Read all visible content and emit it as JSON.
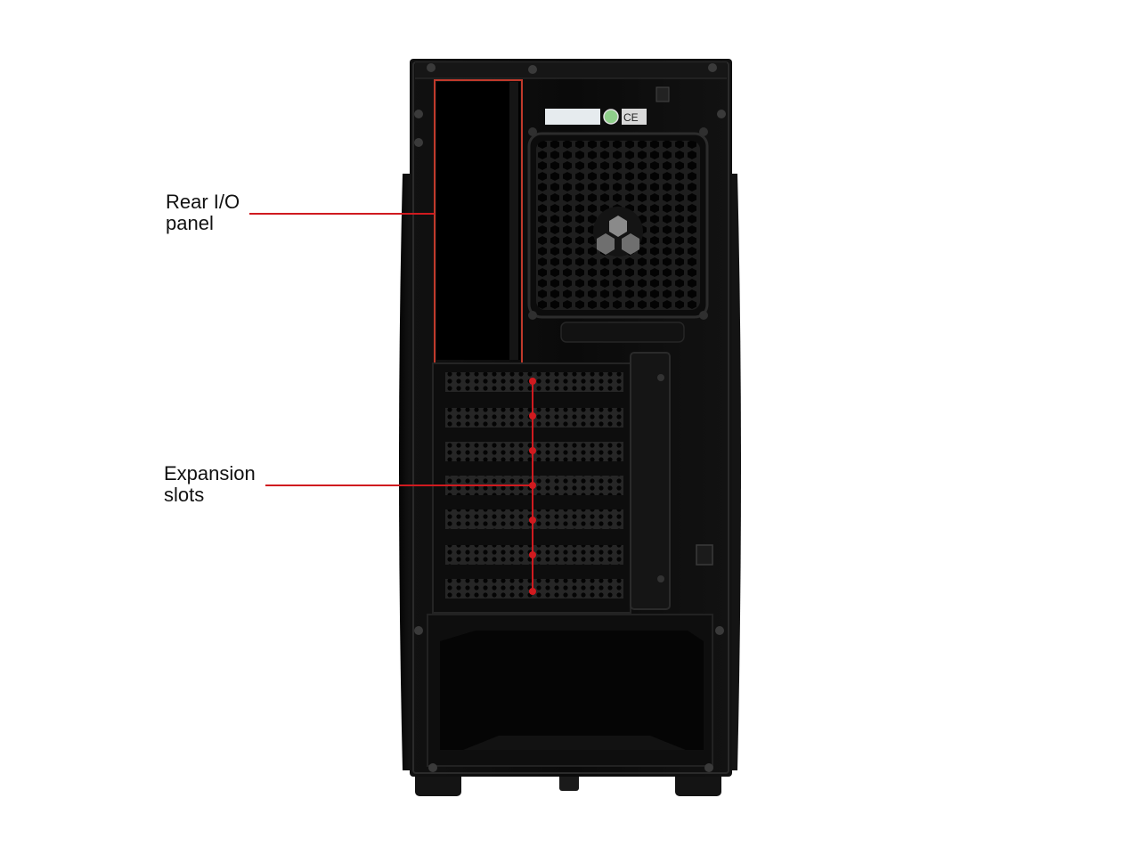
{
  "image": {
    "subject": "pc-case-rear-view",
    "background_color": "#ffffff",
    "case_color": "#0a0a0a",
    "callout_color": "#d01a1f"
  },
  "callouts": {
    "rear_io": {
      "line1": "Rear I/O",
      "line2": "panel"
    },
    "expansion_slots": {
      "line1": "Expansion",
      "line2": "slots"
    }
  }
}
